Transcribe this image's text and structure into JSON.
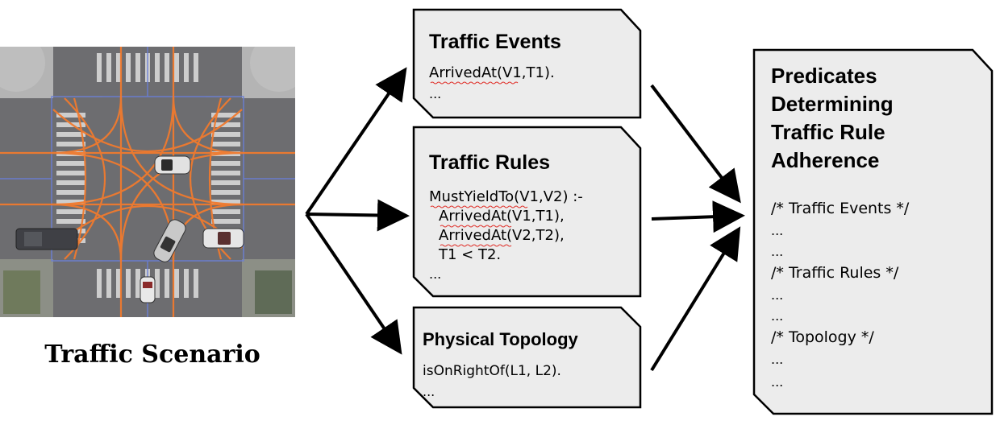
{
  "scenario": {
    "caption": "Traffic Scenario"
  },
  "events_card": {
    "title": "Traffic Events",
    "lines": [
      "ArrivedAt(V1,T1).",
      "..."
    ]
  },
  "rules_card": {
    "title": "Traffic Rules",
    "lines": [
      "MustYieldTo(V1,V2) :-",
      "ArrivedAt(V1,T1),",
      "ArrivedAt(V2,T2),",
      "T1 < T2.",
      "..."
    ]
  },
  "topology_card": {
    "title": "Physical Topology",
    "lines": [
      "isOnRightOf(L1, L2).",
      "..."
    ]
  },
  "predicates_card": {
    "title_lines": [
      "Predicates",
      "Determining",
      "Traffic Rule",
      "Adherence"
    ],
    "lines": [
      "/* Traffic Events */",
      "...",
      "...",
      "/* Traffic Rules */",
      "...",
      "...",
      "/* Topology */",
      "...",
      "..."
    ]
  },
  "colors": {
    "card_fill": "#ececec",
    "road": "#6d6d70",
    "lane_lines": "#f07a2e",
    "sidewalk": "#a9a9a9"
  }
}
